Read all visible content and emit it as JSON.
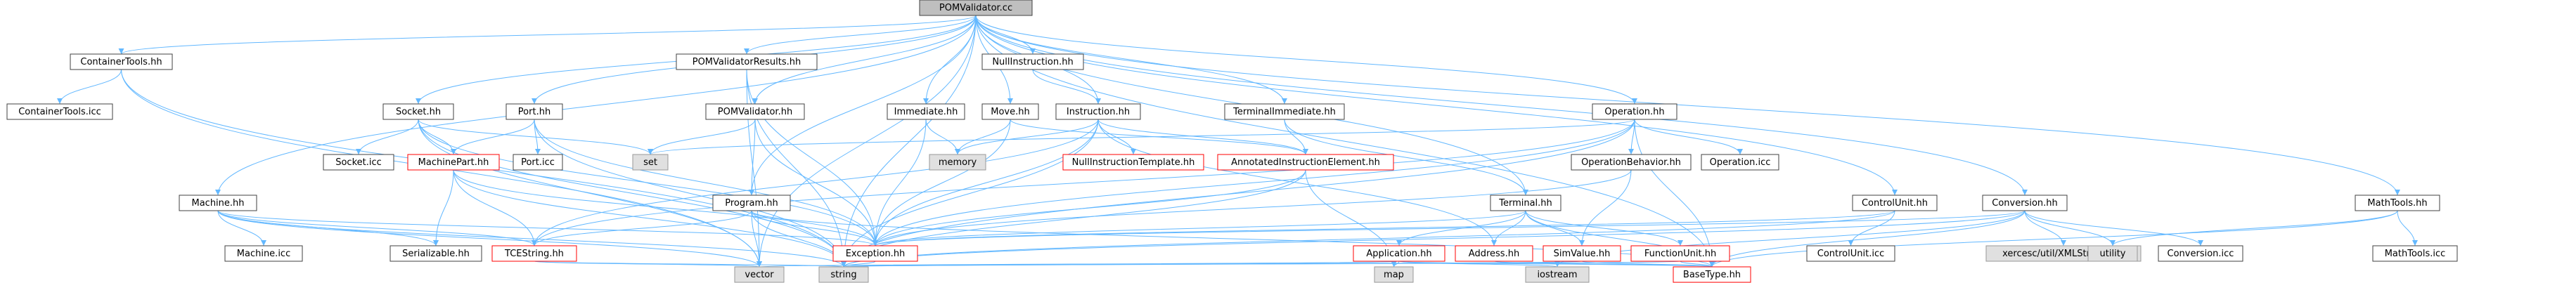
{
  "graph": {
    "colors": {
      "root_fill": "#bfbfbf",
      "default_fill": "#ffffff",
      "default_stroke": "#404040",
      "red_fill": "#ffffff",
      "red_stroke": "#ff0000",
      "external_fill": "#e0e0e0",
      "external_stroke": "#999999",
      "edge": "#63b8ff"
    },
    "nodes": [
      {
        "id": "root",
        "label": "POMValidator.cc",
        "style": "root"
      },
      {
        "id": "containertools_hh",
        "label": "ContainerTools.hh",
        "style": "default"
      },
      {
        "id": "containertools_icc",
        "label": "ContainerTools.icc",
        "style": "default"
      },
      {
        "id": "pomvalidatorresults_hh",
        "label": "POMValidatorResults.hh",
        "style": "default"
      },
      {
        "id": "pomvalidator_hh",
        "label": "POMValidator.hh",
        "style": "default"
      },
      {
        "id": "nullinstruction_hh",
        "label": "NullInstruction.hh",
        "style": "default"
      },
      {
        "id": "socket_hh",
        "label": "Socket.hh",
        "style": "default"
      },
      {
        "id": "port_hh",
        "label": "Port.hh",
        "style": "default"
      },
      {
        "id": "immediate_hh",
        "label": "Immediate.hh",
        "style": "default"
      },
      {
        "id": "move_hh",
        "label": "Move.hh",
        "style": "default"
      },
      {
        "id": "instruction_hh",
        "label": "Instruction.hh",
        "style": "default"
      },
      {
        "id": "terminalimmediate_hh",
        "label": "TerminalImmediate.hh",
        "style": "default"
      },
      {
        "id": "operation_hh",
        "label": "Operation.hh",
        "style": "default"
      },
      {
        "id": "machine_hh",
        "label": "Machine.hh",
        "style": "default"
      },
      {
        "id": "socket_icc",
        "label": "Socket.icc",
        "style": "default"
      },
      {
        "id": "machinepart_hh",
        "label": "MachinePart.hh",
        "style": "red"
      },
      {
        "id": "port_icc",
        "label": "Port.icc",
        "style": "default"
      },
      {
        "id": "set",
        "label": "set",
        "style": "external"
      },
      {
        "id": "program_hh",
        "label": "Program.hh",
        "style": "default"
      },
      {
        "id": "memory",
        "label": "memory",
        "style": "external"
      },
      {
        "id": "nullinstructiontemplate_hh",
        "label": "NullInstructionTemplate.hh",
        "style": "red"
      },
      {
        "id": "annotatedinstructionelement_hh",
        "label": "AnnotatedInstructionElement.hh",
        "style": "red"
      },
      {
        "id": "terminal_hh",
        "label": "Terminal.hh",
        "style": "default"
      },
      {
        "id": "operationbehavior_hh",
        "label": "OperationBehavior.hh",
        "style": "default"
      },
      {
        "id": "operation_icc",
        "label": "Operation.icc",
        "style": "default"
      },
      {
        "id": "controlunit_hh",
        "label": "ControlUnit.hh",
        "style": "default"
      },
      {
        "id": "conversion_hh",
        "label": "Conversion.hh",
        "style": "default"
      },
      {
        "id": "mathtools_hh",
        "label": "MathTools.hh",
        "style": "default"
      },
      {
        "id": "machine_icc",
        "label": "Machine.icc",
        "style": "default"
      },
      {
        "id": "serializable_hh",
        "label": "Serializable.hh",
        "style": "default"
      },
      {
        "id": "tcestring_hh",
        "label": "TCEString.hh",
        "style": "red"
      },
      {
        "id": "exception_hh",
        "label": "Exception.hh",
        "style": "red"
      },
      {
        "id": "application_hh",
        "label": "Application.hh",
        "style": "red"
      },
      {
        "id": "address_hh",
        "label": "Address.hh",
        "style": "red"
      },
      {
        "id": "simvalue_hh",
        "label": "SimValue.hh",
        "style": "red"
      },
      {
        "id": "functionunit_hh",
        "label": "FunctionUnit.hh",
        "style": "red"
      },
      {
        "id": "controlunit_icc",
        "label": "ControlUnit.icc",
        "style": "default"
      },
      {
        "id": "xercesc_xmlstring",
        "label": "xercesc/util/XMLString.hpp",
        "style": "external"
      },
      {
        "id": "utility",
        "label": "utility",
        "style": "external"
      },
      {
        "id": "conversion_icc",
        "label": "Conversion.icc",
        "style": "default"
      },
      {
        "id": "mathtools_icc",
        "label": "MathTools.icc",
        "style": "default"
      },
      {
        "id": "vector",
        "label": "vector",
        "style": "external"
      },
      {
        "id": "string",
        "label": "string",
        "style": "external"
      },
      {
        "id": "map",
        "label": "map",
        "style": "external"
      },
      {
        "id": "iostream",
        "label": "iostream",
        "style": "external"
      },
      {
        "id": "basetype_hh",
        "label": "BaseType.hh",
        "style": "red"
      }
    ],
    "edges": [
      [
        "root",
        "containertools_hh"
      ],
      [
        "root",
        "pomvalidatorresults_hh"
      ],
      [
        "root",
        "pomvalidator_hh"
      ],
      [
        "root",
        "nullinstruction_hh"
      ],
      [
        "root",
        "socket_hh"
      ],
      [
        "root",
        "port_hh"
      ],
      [
        "root",
        "immediate_hh"
      ],
      [
        "root",
        "move_hh"
      ],
      [
        "root",
        "instruction_hh"
      ],
      [
        "root",
        "terminalimmediate_hh"
      ],
      [
        "root",
        "operation_hh"
      ],
      [
        "root",
        "machine_hh"
      ],
      [
        "root",
        "program_hh"
      ],
      [
        "root",
        "terminal_hh"
      ],
      [
        "root",
        "controlunit_hh"
      ],
      [
        "root",
        "conversion_hh"
      ],
      [
        "root",
        "mathtools_hh"
      ],
      [
        "root",
        "basetype_hh"
      ],
      [
        "root",
        "string"
      ],
      [
        "root",
        "vector"
      ],
      [
        "containertools_hh",
        "containertools_icc"
      ],
      [
        "containertools_hh",
        "vector"
      ],
      [
        "containertools_hh",
        "string"
      ],
      [
        "pomvalidatorresults_hh",
        "exception_hh"
      ],
      [
        "pomvalidatorresults_hh",
        "string"
      ],
      [
        "pomvalidatorresults_hh",
        "vector"
      ],
      [
        "pomvalidator_hh",
        "set"
      ],
      [
        "pomvalidator_hh",
        "exception_hh"
      ],
      [
        "pomvalidator_hh",
        "program_hh"
      ],
      [
        "nullinstruction_hh",
        "instruction_hh"
      ],
      [
        "socket_hh",
        "socket_icc"
      ],
      [
        "socket_hh",
        "machinepart_hh"
      ],
      [
        "socket_hh",
        "set"
      ],
      [
        "socket_hh",
        "exception_hh"
      ],
      [
        "socket_hh",
        "string"
      ],
      [
        "socket_hh",
        "vector"
      ],
      [
        "port_hh",
        "port_icc"
      ],
      [
        "port_hh",
        "machinepart_hh"
      ],
      [
        "port_hh",
        "exception_hh"
      ],
      [
        "port_hh",
        "string"
      ],
      [
        "immediate_hh",
        "memory"
      ],
      [
        "immediate_hh",
        "exception_hh"
      ],
      [
        "move_hh",
        "memory"
      ],
      [
        "move_hh",
        "exception_hh"
      ],
      [
        "move_hh",
        "annotatedinstructionelement_hh"
      ],
      [
        "instruction_hh",
        "memory"
      ],
      [
        "instruction_hh",
        "nullinstructiontemplate_hh"
      ],
      [
        "instruction_hh",
        "annotatedinstructionelement_hh"
      ],
      [
        "instruction_hh",
        "exception_hh"
      ],
      [
        "instruction_hh",
        "tcestring_hh"
      ],
      [
        "instruction_hh",
        "address_hh"
      ],
      [
        "instruction_hh",
        "string"
      ],
      [
        "terminalimmediate_hh",
        "annotatedinstructionelement_hh"
      ],
      [
        "terminalimmediate_hh",
        "terminal_hh"
      ],
      [
        "operation_hh",
        "operationbehavior_hh"
      ],
      [
        "operation_hh",
        "operation_icc"
      ],
      [
        "operation_hh",
        "exception_hh"
      ],
      [
        "operation_hh",
        "tcestring_hh"
      ],
      [
        "operation_hh",
        "string"
      ],
      [
        "operation_hh",
        "set"
      ],
      [
        "operation_hh",
        "basetype_hh"
      ],
      [
        "machine_hh",
        "machine_icc"
      ],
      [
        "machine_hh",
        "serializable_hh"
      ],
      [
        "machine_hh",
        "tcestring_hh"
      ],
      [
        "machine_hh",
        "exception_hh"
      ],
      [
        "machine_hh",
        "string"
      ],
      [
        "machine_hh",
        "vector"
      ],
      [
        "machinepart_hh",
        "serializable_hh"
      ],
      [
        "machinepart_hh",
        "tcestring_hh"
      ],
      [
        "machinepart_hh",
        "exception_hh"
      ],
      [
        "machinepart_hh",
        "string"
      ],
      [
        "program_hh",
        "exception_hh"
      ],
      [
        "program_hh",
        "tcestring_hh"
      ],
      [
        "program_hh",
        "vector"
      ],
      [
        "program_hh",
        "string"
      ],
      [
        "program_hh",
        "basetype_hh"
      ],
      [
        "annotatedinstructionelement_hh",
        "exception_hh"
      ],
      [
        "annotatedinstructionelement_hh",
        "map"
      ],
      [
        "annotatedinstructionelement_hh",
        "string"
      ],
      [
        "terminal_hh",
        "exception_hh"
      ],
      [
        "terminal_hh",
        "application_hh"
      ],
      [
        "terminal_hh",
        "address_hh"
      ],
      [
        "terminal_hh",
        "simvalue_hh"
      ],
      [
        "terminal_hh",
        "functionunit_hh"
      ],
      [
        "terminal_hh",
        "basetype_hh"
      ],
      [
        "operationbehavior_hh",
        "exception_hh"
      ],
      [
        "operationbehavior_hh",
        "simvalue_hh"
      ],
      [
        "controlunit_hh",
        "controlunit_icc"
      ],
      [
        "controlunit_hh",
        "exception_hh"
      ],
      [
        "controlunit_hh",
        "string"
      ],
      [
        "conversion_hh",
        "xercesc_xmlstring"
      ],
      [
        "conversion_hh",
        "utility"
      ],
      [
        "conversion_hh",
        "conversion_icc"
      ],
      [
        "conversion_hh",
        "exception_hh"
      ],
      [
        "conversion_hh",
        "basetype_hh"
      ],
      [
        "conversion_hh",
        "string"
      ],
      [
        "conversion_hh",
        "iostream"
      ],
      [
        "mathtools_hh",
        "mathtools_icc"
      ],
      [
        "mathtools_hh",
        "basetype_hh"
      ],
      [
        "mathtools_hh",
        "utility"
      ],
      [
        "tcestring_hh",
        "string"
      ],
      [
        "tcestring_hh",
        "vector"
      ],
      [
        "exception_hh",
        "string"
      ],
      [
        "application_hh",
        "string"
      ],
      [
        "application_hh",
        "vector"
      ],
      [
        "application_hh",
        "map"
      ],
      [
        "application_hh",
        "iostream"
      ],
      [
        "application_hh",
        "basetype_hh"
      ],
      [
        "simvalue_hh",
        "basetype_hh"
      ],
      [
        "simvalue_hh",
        "string"
      ],
      [
        "functionunit_hh",
        "string"
      ],
      [
        "functionunit_hh",
        "basetype_hh"
      ],
      [
        "address_hh",
        "basetype_hh"
      ]
    ]
  }
}
